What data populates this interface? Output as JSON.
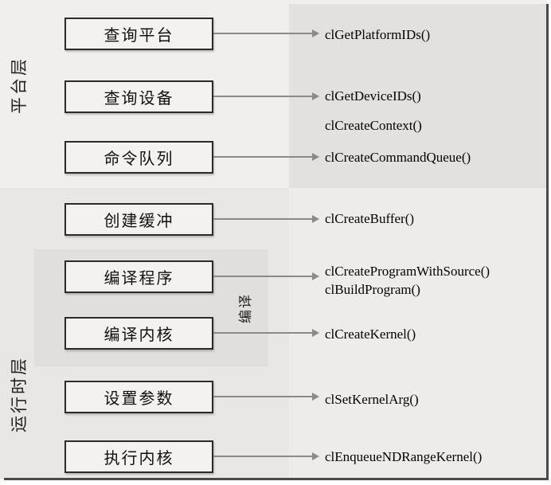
{
  "diagram": {
    "layers": [
      {
        "label": "平台层"
      },
      {
        "label": "运行时层"
      }
    ],
    "group_label": "编译",
    "rows": [
      {
        "box": "查询平台",
        "apis": [
          "clGetPlatformIDs()"
        ]
      },
      {
        "box": "查询设备",
        "apis": [
          "clGetDeviceIDs()",
          "clCreateContext()"
        ]
      },
      {
        "box": "命令队列",
        "apis": [
          "clCreateCommandQueue()"
        ]
      },
      {
        "box": "创建缓冲",
        "apis": [
          "clCreateBuffer()"
        ]
      },
      {
        "box": "编译程序",
        "apis": [
          "clCreateProgramWithSource()",
          "clBuildProgram()"
        ]
      },
      {
        "box": "编译内核",
        "apis": [
          "clCreateKernel()"
        ]
      },
      {
        "box": "设置参数",
        "apis": [
          "clSetKernelArg()"
        ]
      },
      {
        "box": "执行内核",
        "apis": [
          "clEnqueueNDRangeKernel()"
        ]
      }
    ],
    "colors": {
      "panel_top_left": "#f0efee",
      "panel_top_right": "#e2e1df",
      "panel_bottom_left": "#e8e7e5",
      "panel_bottom_right": "#edecea",
      "compile_group": "#e0dfdd",
      "box_fill": "#f3f2f0",
      "box_border": "#2b2b2b",
      "arrow": "#8a8a8a"
    }
  }
}
